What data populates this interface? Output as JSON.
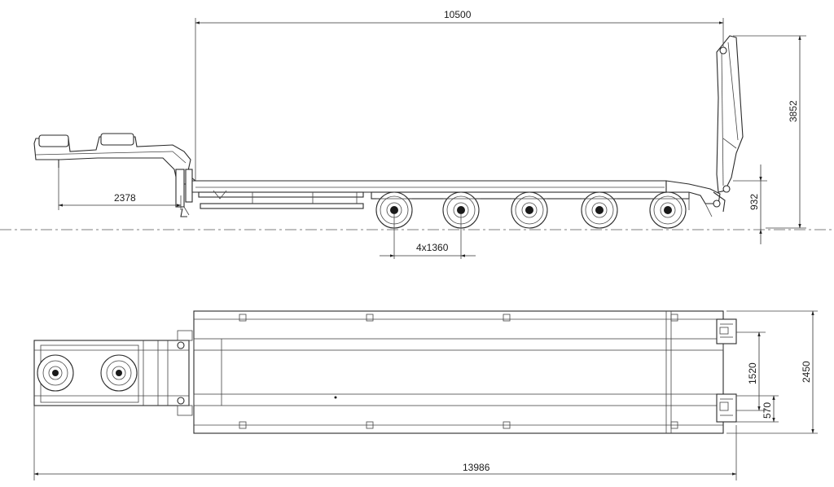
{
  "dimensions": {
    "deck_length": "10500",
    "overall_height": "3852",
    "kingpin_offset": "2378",
    "axle_spacing": "4x1360",
    "rear_height": "932",
    "overall_length": "13986",
    "overall_width": "2450",
    "ramp_spacing": "1520",
    "ramp_width": "570"
  },
  "colors": {
    "line": "#2a2a2a",
    "background": "#ffffff"
  }
}
